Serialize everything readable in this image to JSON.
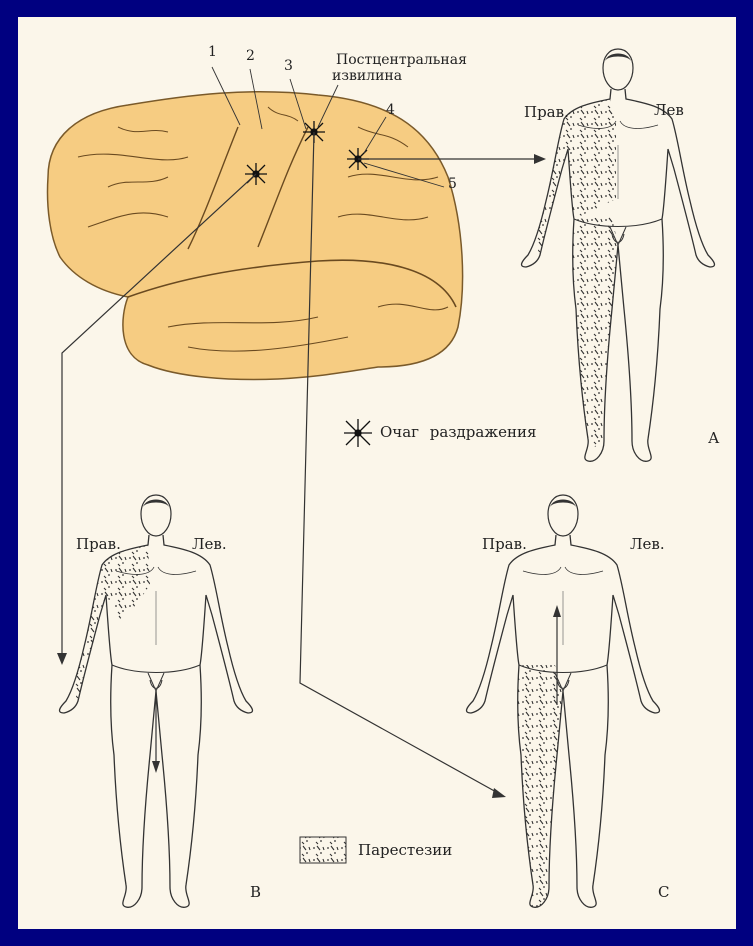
{
  "brain": {
    "numbers": [
      "1",
      "2",
      "3",
      "4",
      "5"
    ],
    "gyrus_label_line1": "Постцентральная",
    "gyrus_label_line2": "извилина"
  },
  "figures": {
    "A": {
      "right": "Прав.",
      "left": "Лев",
      "letter": "А"
    },
    "B": {
      "right": "Прав.",
      "left": "Лев.",
      "letter": "В"
    },
    "C": {
      "right": "Прав.",
      "left": "Лев.",
      "letter": "С"
    }
  },
  "legend": {
    "focus": "Очаг раздражения",
    "paresthesia": "Парестезии"
  },
  "colors": {
    "background": "#000080",
    "paper": "#fbf6ea",
    "brain_fill": "#f6cc82",
    "ink": "#222222"
  }
}
